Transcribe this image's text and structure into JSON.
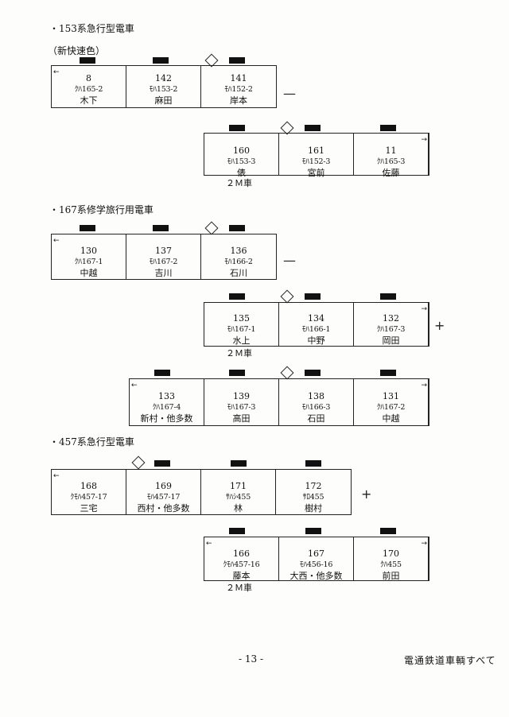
{
  "sections": [
    {
      "title": "・153系急行型電車",
      "subtitle": "（新快速色）",
      "note": "２Ｍ車",
      "rows": [
        {
          "cars": [
            {
              "num": "8",
              "type": "ｸﾊ165-2",
              "name": "木下"
            },
            {
              "num": "142",
              "type": "ﾓﾊ153-2",
              "name": "麻田"
            },
            {
              "num": "141",
              "type": "ﾓﾊ152-2",
              "name": "岸本"
            }
          ],
          "connector": "—"
        },
        {
          "cars": [
            {
              "num": "160",
              "type": "ﾓﾊ153-3",
              "name": "俵"
            },
            {
              "num": "161",
              "type": "ﾓﾊ152-3",
              "name": "宮前"
            },
            {
              "num": "11",
              "type": "ｸﾊ165-3",
              "name": "佐藤"
            }
          ],
          "connector": ""
        }
      ]
    },
    {
      "title": "・167系修学旅行用電車",
      "subtitle": "",
      "note": "２Ｍ車",
      "rows": [
        {
          "cars": [
            {
              "num": "130",
              "type": "ｸﾊ167-1",
              "name": "中越"
            },
            {
              "num": "137",
              "type": "ﾓﾊ167-2",
              "name": "吉川"
            },
            {
              "num": "136",
              "type": "ﾓﾊ166-2",
              "name": "石川"
            }
          ],
          "connector": "—"
        },
        {
          "cars": [
            {
              "num": "135",
              "type": "ﾓﾊ167-1",
              "name": "水上"
            },
            {
              "num": "134",
              "type": "ﾓﾊ166-1",
              "name": "中野"
            },
            {
              "num": "132",
              "type": "ｸﾊ167-3",
              "name": "岡田"
            }
          ],
          "connector": "+"
        },
        {
          "cars": [
            {
              "num": "133",
              "type": "ｸﾊ167-4",
              "name": "新村・他多数"
            },
            {
              "num": "139",
              "type": "ﾓﾊ167-3",
              "name": "高田"
            },
            {
              "num": "138",
              "type": "ﾓﾊ166-3",
              "name": "石田"
            },
            {
              "num": "131",
              "type": "ｸﾊ167-2",
              "name": "中越"
            }
          ],
          "connector": ""
        }
      ]
    },
    {
      "title": "・457系急行型電車",
      "subtitle": "",
      "note": "２Ｍ車",
      "rows": [
        {
          "cars": [
            {
              "num": "168",
              "type": "ｸﾓﾊ457-17",
              "name": "三宅"
            },
            {
              "num": "169",
              "type": "ﾓﾊ457-17",
              "name": "西村・他多数"
            },
            {
              "num": "171",
              "type": "ｻﾊｼ455",
              "name": "林"
            },
            {
              "num": "172",
              "type": "ｻﾛ455",
              "name": "樹村"
            }
          ],
          "connector": "+"
        },
        {
          "cars": [
            {
              "num": "166",
              "type": "ｸﾓﾊ457-16",
              "name": "藤本"
            },
            {
              "num": "167",
              "type": "ﾓﾊ456-16",
              "name": "大西・他多数"
            },
            {
              "num": "170",
              "type": "ｸﾊ455",
              "name": "前田"
            }
          ],
          "connector": ""
        }
      ]
    }
  ],
  "footer": {
    "page": "- 13 -",
    "title": "電通鉄道車輌すべて"
  }
}
